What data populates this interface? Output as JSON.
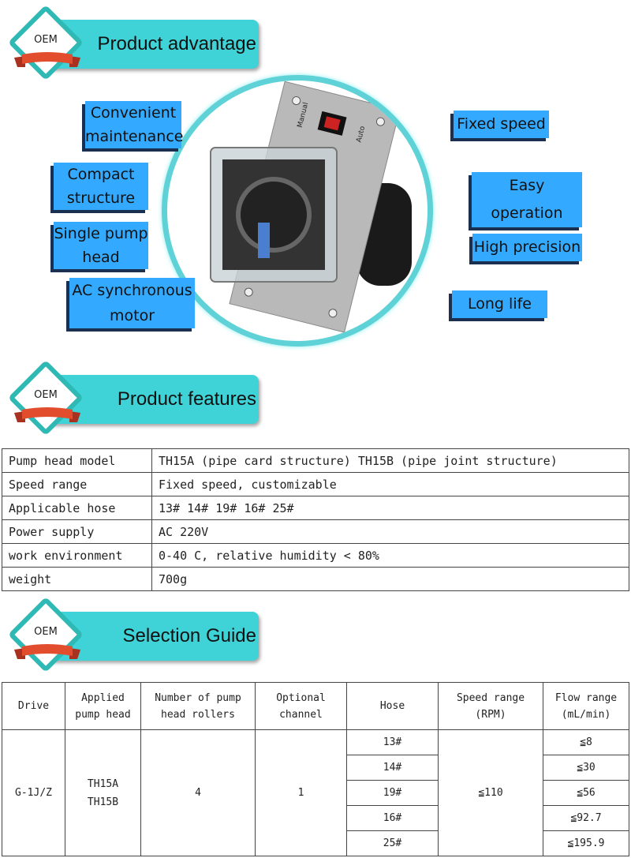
{
  "sections": [
    {
      "badge": "OEM",
      "title": "Product advantage"
    },
    {
      "badge": "OEM",
      "title": "Product features"
    },
    {
      "badge": "OEM",
      "title": "Selection Guide"
    }
  ],
  "advantages_left": [
    "Convenient maintenance",
    "Compact structure",
    "Single pump head",
    "AC synchronous motor"
  ],
  "advantages_right": [
    "Fixed speed",
    "Easy operation",
    "High precision",
    "Long life"
  ],
  "product_image": {
    "switch_labels": [
      "Manual",
      "Auto"
    ]
  },
  "features": [
    [
      "Pump head model",
      "TH15A (pipe card structure) TH15B (pipe joint structure)"
    ],
    [
      "Speed range",
      "Fixed speed, customizable"
    ],
    [
      "Applicable hose",
      "13# 14# 19# 16# 25#"
    ],
    [
      "Power supply",
      "AC 220V"
    ],
    [
      "work environment",
      "0-40 C, relative humidity < 80%"
    ],
    [
      "weight",
      "700g"
    ]
  ],
  "guide": {
    "headers": [
      [
        "Drive"
      ],
      [
        "Applied",
        "pump head"
      ],
      [
        "Number of pump",
        "head rollers"
      ],
      [
        "Optional",
        "channel"
      ],
      [
        "Hose"
      ],
      [
        "Speed range",
        "(RPM)"
      ],
      [
        "Flow range",
        "(mL/min)"
      ]
    ],
    "drive": "G-1J/Z",
    "pump_heads": [
      "TH15A",
      "TH15B"
    ],
    "rollers": "4",
    "channel": "1",
    "speed": "≦110",
    "hoses": [
      "13#",
      "14#",
      "19#",
      "16#",
      "25#"
    ],
    "flows": [
      "≦8",
      "≦30",
      "≦56",
      "≦92.7",
      "≦195.9"
    ]
  }
}
